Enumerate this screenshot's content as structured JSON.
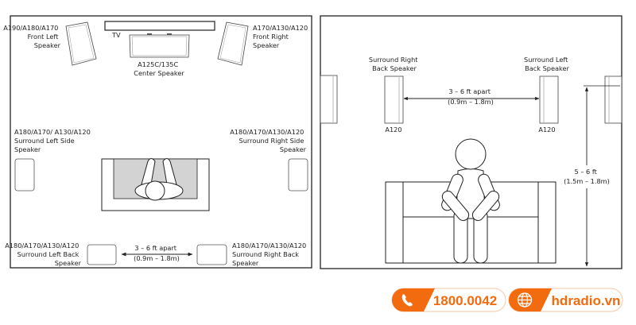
{
  "colors": {
    "accent": "#f26b0f",
    "couch_fill": "#d3d3d3",
    "line": "#222222"
  },
  "top_view": {
    "tv_label": "TV",
    "center": [
      "A125C/135C",
      "Center Speaker"
    ],
    "front_left": [
      "A190/A180/A170",
      "Front Left",
      "Speaker"
    ],
    "front_right": [
      "A170/A130/A120",
      "Front Right",
      "Speaker"
    ],
    "side_left": [
      "A180/A170/ A130/A120",
      "Surround Left Side",
      "Speaker"
    ],
    "side_right": [
      "A180/A170/A130/A120",
      "Surround Right Side",
      "Speaker"
    ],
    "back_left": [
      "A180/A170/A130/A120",
      "Surround Left Back",
      "Speaker"
    ],
    "back_right": [
      "A180/A170/A130/A120",
      "Surround Right Back",
      "Speaker"
    ],
    "distance": [
      "3 – 6 ft apart",
      "(0.9m – 1.8m)"
    ]
  },
  "rear_view": {
    "back_right": [
      "Surround Right",
      "Back Speaker"
    ],
    "back_left": [
      "Surround Left",
      "Back Speaker"
    ],
    "model_left": "A120",
    "model_right": "A120",
    "distance": [
      "3 – 6 ft apart",
      "(0.9m – 1.8m)"
    ],
    "height": [
      "5 – 6 ft",
      "(1.5m – 1.8m)"
    ]
  },
  "footer": {
    "phone": {
      "icon": "phone-icon",
      "label": "1800.0042"
    },
    "website": {
      "icon": "globe-icon",
      "label": "hdradio.vn"
    }
  }
}
